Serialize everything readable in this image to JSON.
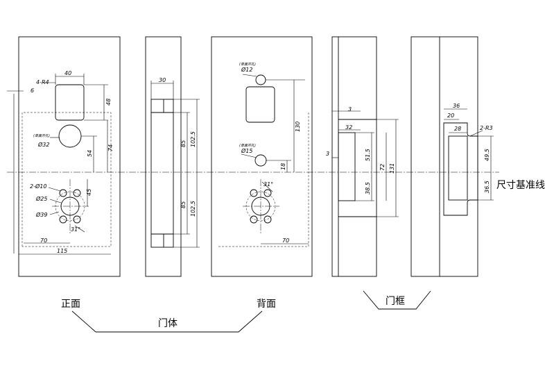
{
  "labels": {
    "front": "正面",
    "back": "背面",
    "door_body": "门体",
    "door_frame": "门框",
    "datum_line": "尺寸基准线"
  },
  "front_view": {
    "radius_note": "4-R4",
    "width_40": "40",
    "offset_6": "6",
    "height_48": "48",
    "note_single": "(单面开孔)",
    "hole_32": "Ø32",
    "dim_74": "74",
    "dim_54": "54",
    "holes_10": "2-Ø10",
    "hole_25": "Ø25",
    "hole_39": "Ø39",
    "dim_45": "45",
    "angle_31": "31°",
    "dim_70": "70",
    "dim_115": "115"
  },
  "side_view": {
    "dim_30": "30",
    "dim_85_top": "85",
    "dim_1025_top": "102.5",
    "dim_85_bottom": "85",
    "dim_1025_bottom": "102.5"
  },
  "back_view": {
    "note_single_top": "(单面开孔)",
    "hole_12": "Ø12",
    "dim_130": "130",
    "note_single_mid": "(单面开孔)",
    "hole_15": "Ø15",
    "dim_18": "18",
    "angle_31": "31°",
    "dim_70": "70"
  },
  "frame_side": {
    "dim_3_top": "3",
    "dim_32": "32",
    "dim_3_side": "3",
    "dim_515": "51.5",
    "dim_385": "38.5",
    "dim_72": "72",
    "dim_131": "131"
  },
  "frame_front": {
    "dim_36": "36",
    "dim_20": "20",
    "dim_28": "28",
    "radius_note": "2-R3",
    "dim_495": "49.5",
    "dim_365": "36.5"
  }
}
